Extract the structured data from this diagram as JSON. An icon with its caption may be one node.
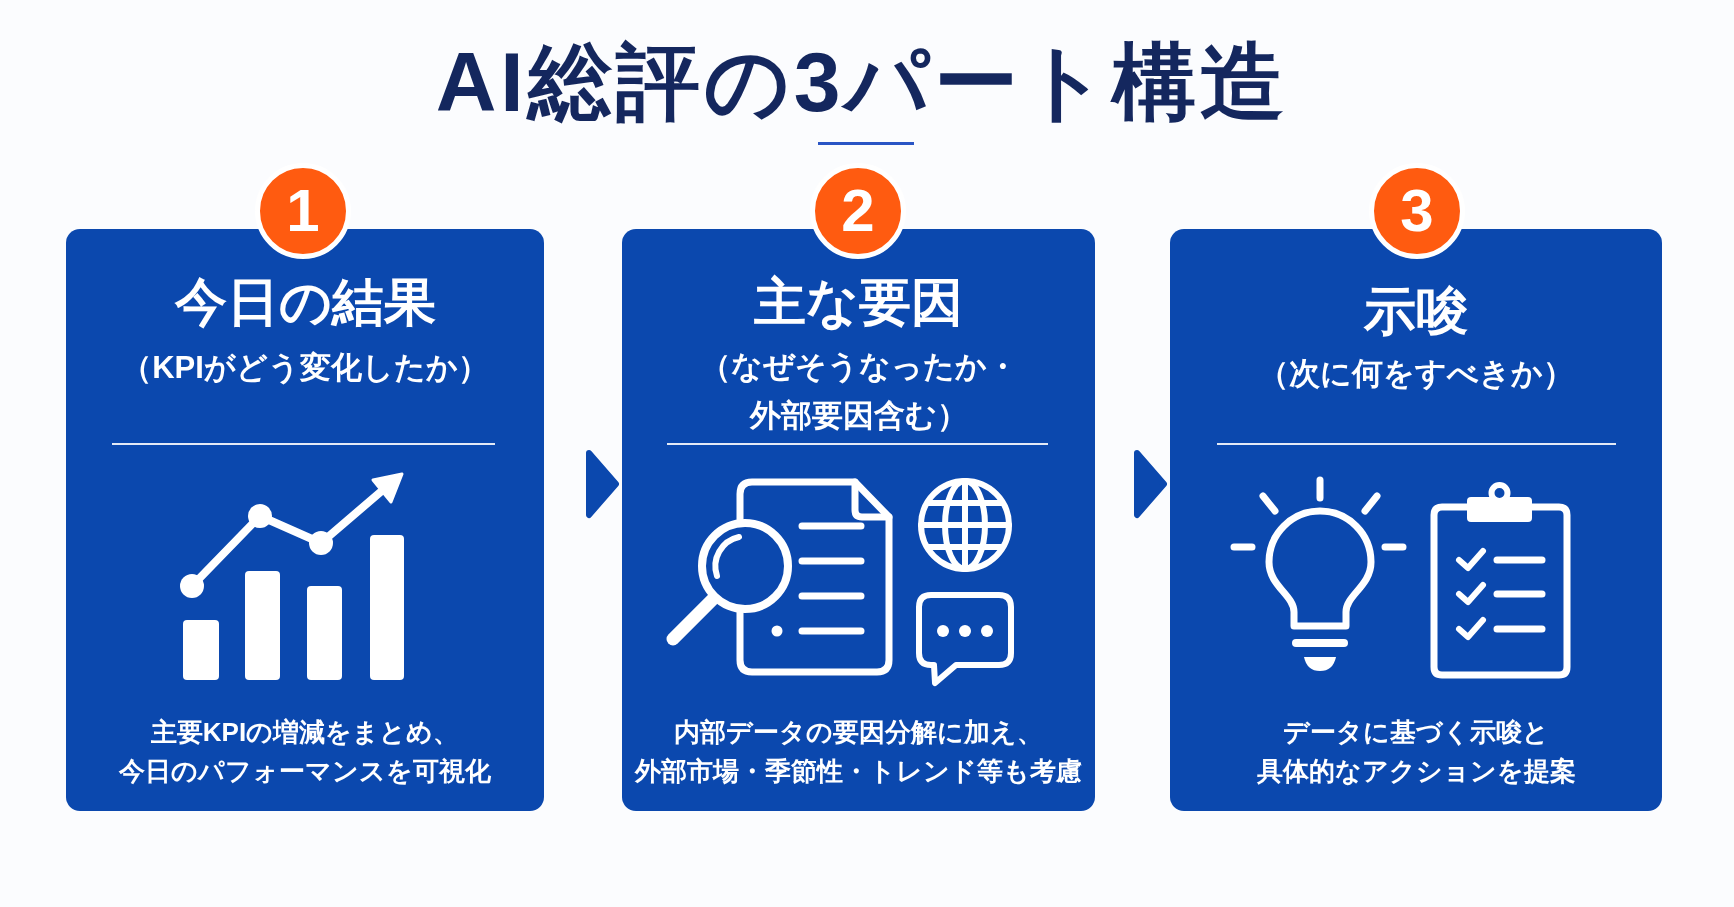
{
  "diagram": {
    "title": "AI総評の3パート構造",
    "nodes": [
      {
        "text": [
          "1"
        ]
      },
      {
        "text": [
          "今日の結果",
          "（KPIがどう変化したか）",
          "主要KPIの増減をまとめ、今日のパフォーマンスを可視化"
        ]
      },
      {
        "text": [
          "2"
        ]
      },
      {
        "text": [
          "主な要因",
          "（なぜそうなったか・外部要因含む）",
          "内部データの要因分解に加え、外部市場・季節性・トレンド等も考慮"
        ]
      },
      {
        "text": [
          "3"
        ]
      },
      {
        "text": [
          "示唆",
          "（次に何をすべきか）",
          "データに基づく示唆と具体的なアクションを提案"
        ]
      }
    ],
    "edges": [
      {
        "from": 1,
        "to": 3,
        "arrow": "to"
      },
      {
        "from": 3,
        "to": 5,
        "arrow": "to"
      }
    ]
  }
}
